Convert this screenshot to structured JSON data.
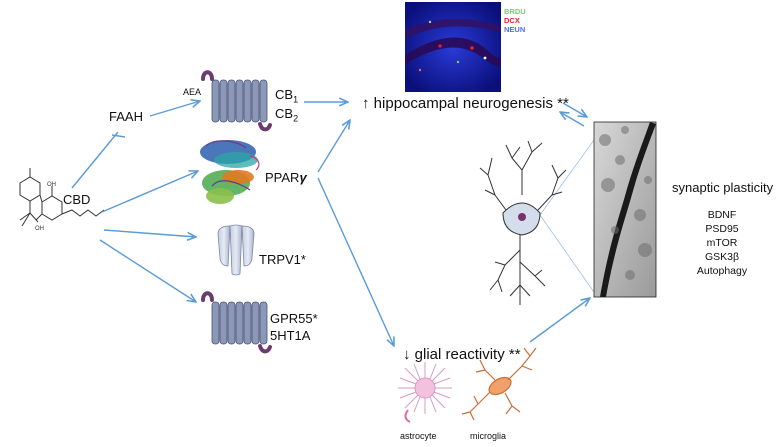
{
  "molecule": {
    "label": "CBD"
  },
  "enzyme": {
    "label": "FAAH",
    "ligand": "AEA"
  },
  "receptors": {
    "cb": {
      "line1": "CB",
      "sub1": "1",
      "line2": "CB",
      "sub2": "2"
    },
    "ppar": {
      "label": "PPAR",
      "greek": "γ"
    },
    "trpv1": {
      "label": "TRPV1*"
    },
    "gpr55": {
      "line1": "GPR55*",
      "line2": "5HT1A"
    }
  },
  "outcomes": {
    "neurogenesis": {
      "arrow": "↑",
      "label": "hippocampal neurogenesis",
      "sig": "**"
    },
    "glial": {
      "arrow": "↓",
      "label": "glial reactivity",
      "sig": "**"
    },
    "plasticity": {
      "title": "synaptic plasticity",
      "items": [
        "BDNF",
        "PSD95",
        "mTOR",
        "GSK3β",
        "Autophagy"
      ]
    }
  },
  "micrograph_legend": [
    {
      "text": "BRDU",
      "color": "#7fc97f"
    },
    {
      "text": "DCX",
      "color": "#e8212a"
    },
    {
      "text": "NEUN",
      "color": "#4d6cff"
    }
  ],
  "cells": {
    "astrocyte": "astrocyte",
    "microglia": "microglia"
  },
  "colors": {
    "arrow": "#5b9bd5",
    "receptor": "#8b98b8",
    "receptor_dark": "#4a5275",
    "loop": "#6b3a6e"
  }
}
